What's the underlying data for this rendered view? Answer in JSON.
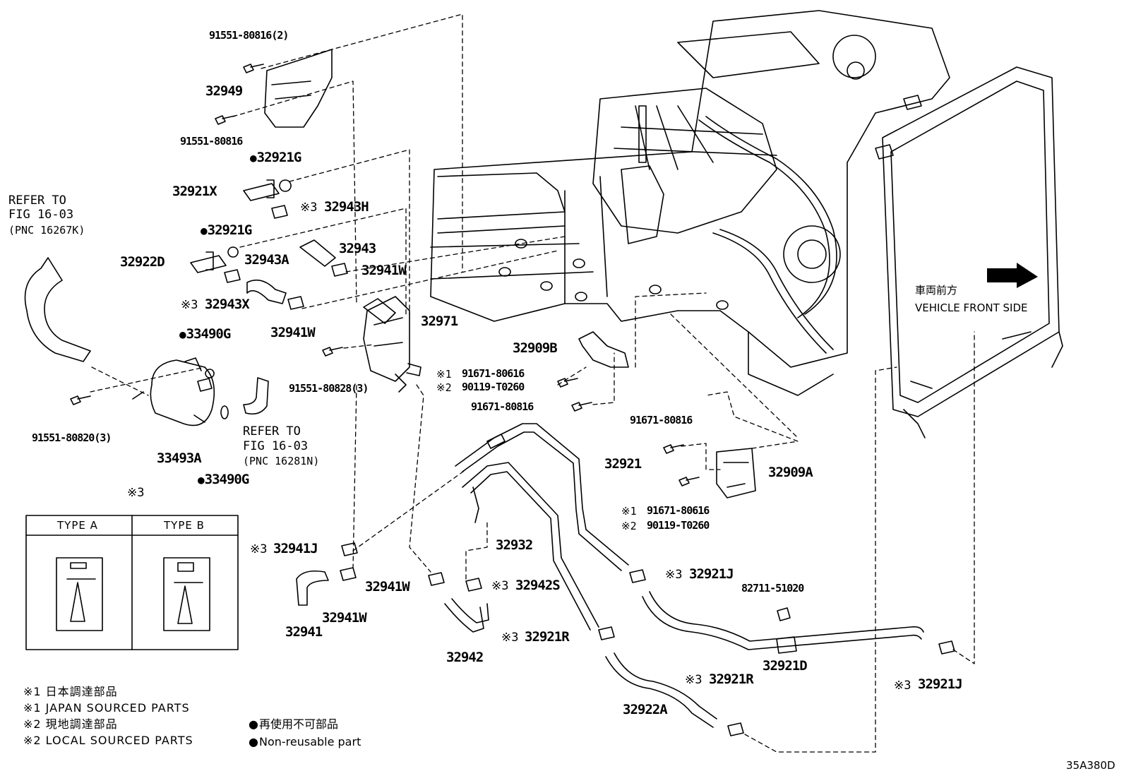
{
  "diagram_code": "35A380D",
  "vehicle_front_jp": "車両前方",
  "vehicle_front_en": "VEHICLE FRONT SIDE",
  "parts": {
    "p91551_80816_2": "91551-80816(2)",
    "p32949": "32949",
    "p91551_80816": "91551-80816",
    "p32921G_a": "32921G",
    "p32921X": "32921X",
    "p32943H": "32943H",
    "p32921G_b": "32921G",
    "p32922D": "32922D",
    "p32943": "32943",
    "p32943A": "32943A",
    "p32941W_a": "32941W",
    "p32943X": "32943X",
    "p32941W_b": "32941W",
    "p32971": "32971",
    "p33490G_a": "33490G",
    "p91551_80828_3": "91551-80828(3)",
    "p32909B": "32909B",
    "p91671_80616_a": "91671-80616",
    "p90119_T0260_a": "90119-T0260",
    "p91671_80816_a": "91671-80816",
    "p91551_80820_3": "91551-80820(3)",
    "p33493A": "33493A",
    "p33490G_b": "33490G",
    "p91671_80816_b": "91671-80816",
    "p32921": "32921",
    "p32909A": "32909A",
    "p91671_80616_b": "91671-80616",
    "p90119_T0260_b": "90119-T0260",
    "p32941J": "32941J",
    "p32932": "32932",
    "p32941W_c": "32941W",
    "p32942S": "32942S",
    "p32921J_a": "32921J",
    "p82711_51020": "82711-51020",
    "p32941": "32941",
    "p32941W_d": "32941W",
    "p32942": "32942",
    "p32921R_a": "32921R",
    "p32921D": "32921D",
    "p32921R_b": "32921R",
    "p32921J_b": "32921J",
    "p32922A": "32922A"
  },
  "marks": {
    "m1": "※1",
    "m2": "※2",
    "m3": "※3"
  },
  "refer1": {
    "line1": "REFER TO",
    "line2": "FIG 16-03",
    "line3": "(PNC 16267K)"
  },
  "refer2": {
    "line1": "REFER TO",
    "line2": "FIG 16-03",
    "line3": "(PNC 16281N)"
  },
  "clamp_types": {
    "mark": "※3",
    "type_a": "TYPE A",
    "type_b": "TYPE B"
  },
  "legend": {
    "l1": "※1 日本調達部品",
    "l2": "※1 JAPAN SOURCED PARTS",
    "l3": "※2 現地調達部品",
    "l4": "※2 LOCAL SOURCED PARTS",
    "n1": "再使用不可部品",
    "n2": "Non-reusable part"
  }
}
